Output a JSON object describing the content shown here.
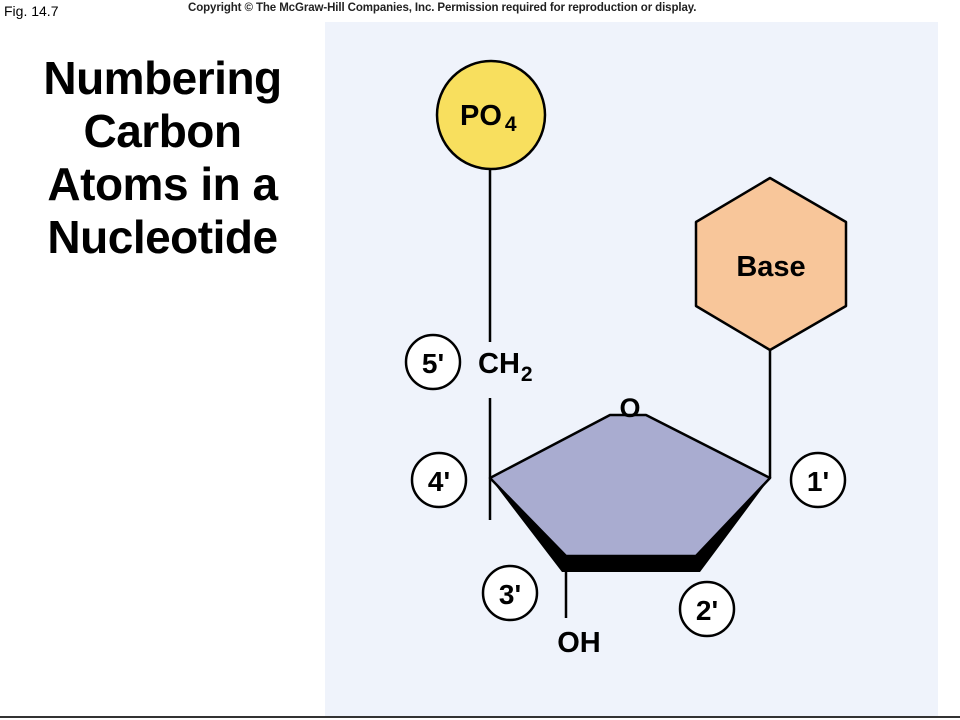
{
  "header": {
    "fig_label": "Fig. 14.7",
    "copyright": "Copyright © The McGraw-Hill Companies, Inc. Permission required for reproduction or display."
  },
  "title": {
    "lines": [
      "Numbering",
      "Carbon",
      "Atoms in a",
      "Nucleotide"
    ]
  },
  "diagram": {
    "phosphate": {
      "main": "PO",
      "sub": "4"
    },
    "base": "Base",
    "ch2": {
      "main": "CH",
      "sub": "2"
    },
    "ring_oxygen": "O",
    "hydroxyl": "OH",
    "carbons": {
      "c5": "5'",
      "c4": "4'",
      "c3": "3'",
      "c2": "2'",
      "c1": "1'"
    }
  },
  "colors": {
    "panel": "#eff3fb",
    "phosphate_fill": "#f8df5e",
    "base_fill": "#f8c69a",
    "sugar_fill": "#a9acd0",
    "outline": "#000000"
  }
}
